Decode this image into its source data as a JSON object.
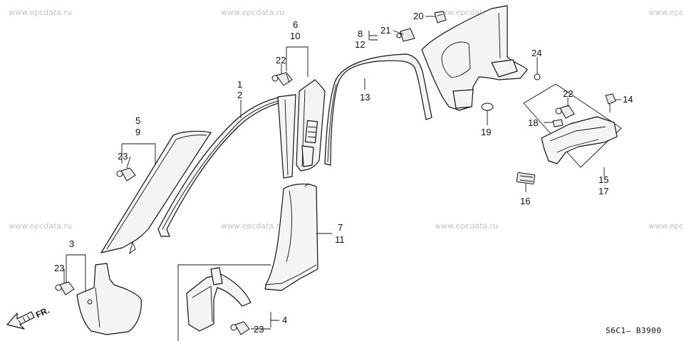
{
  "watermark": "www.epcdata.ru",
  "diagram_code": "S6C1— B3900",
  "front_label": "FR.",
  "callouts": {
    "c20": "20",
    "c21": "21",
    "c8": "8",
    "c12": "12",
    "c6": "6",
    "c10": "10",
    "c22a": "22",
    "c24": "24",
    "c1": "1",
    "c2": "2",
    "c13": "13",
    "c22b": "22",
    "c14": "14",
    "c5": "5",
    "c9": "9",
    "c18": "18",
    "c19": "19",
    "c23a": "23",
    "c15": "15",
    "c17": "17",
    "c16": "16",
    "c7": "7",
    "c11": "11",
    "c3": "3",
    "c23b": "23",
    "c4": "4",
    "c23c": "23"
  }
}
